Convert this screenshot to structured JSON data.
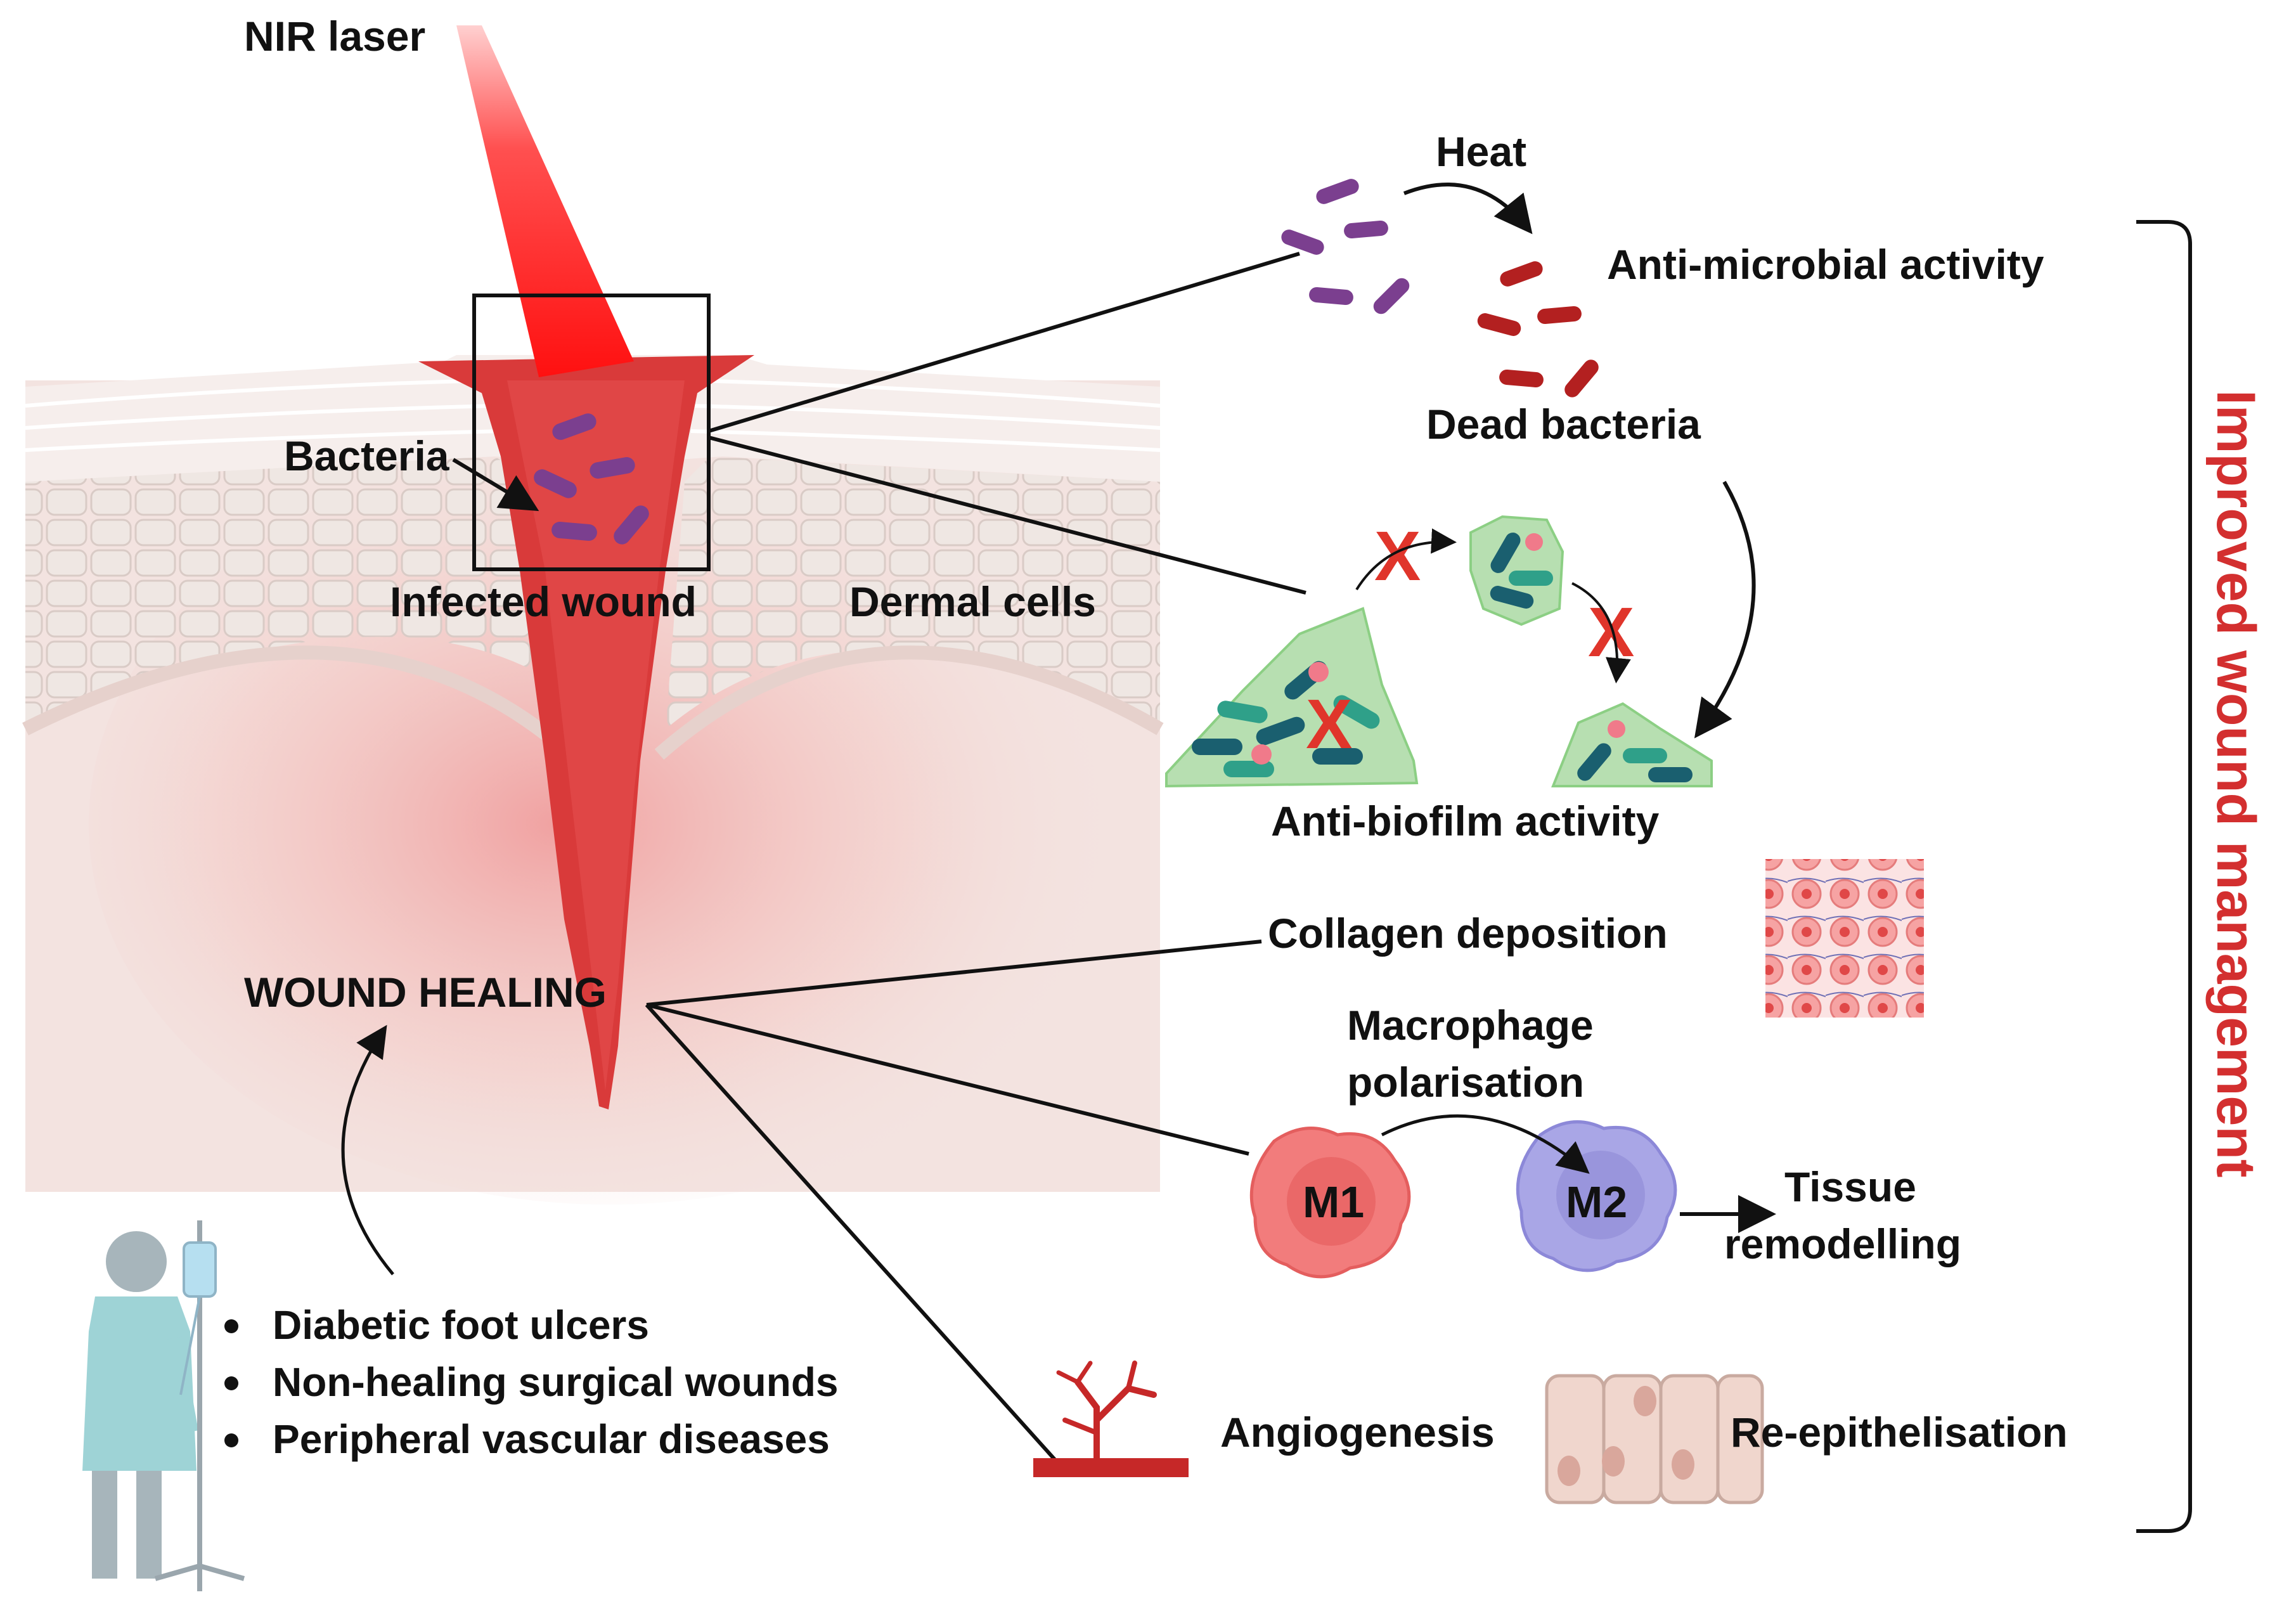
{
  "labels": {
    "nir_laser": "NIR laser",
    "bacteria": "Bacteria",
    "infected_wound": "Infected wound",
    "dermal_cells": "Dermal cells",
    "wound_healing": "WOUND HEALING",
    "heat": "Heat",
    "anti_microbial": "Anti-microbial activity",
    "dead_bacteria": "Dead bacteria",
    "anti_biofilm": "Anti-biofilm activity",
    "collagen": "Collagen deposition",
    "macrophage_line1": "Macrophage",
    "macrophage_line2": "polarisation",
    "m1": "M1",
    "m2": "M2",
    "tissue_line1": "Tissue",
    "tissue_line2": "remodelling",
    "angiogenesis": "Angiogenesis",
    "reepithelisation": "Re-epithelisation",
    "x_mark": "X",
    "side_title": "Improved wound  management"
  },
  "conditions": [
    "Diabetic foot ulcers",
    "Non-healing surgical wounds",
    "Peripheral vascular diseases"
  ],
  "colors": {
    "laser": "#ff1f1f",
    "wound": "#d93a3a",
    "bacteria_live": "#7b3f8f",
    "bacteria_dead": "#b32020",
    "side_title": "#d32f2f",
    "m1": "#f27c7c",
    "m2": "#a9a6e6",
    "skin_bg": "#f2dcd8"
  }
}
